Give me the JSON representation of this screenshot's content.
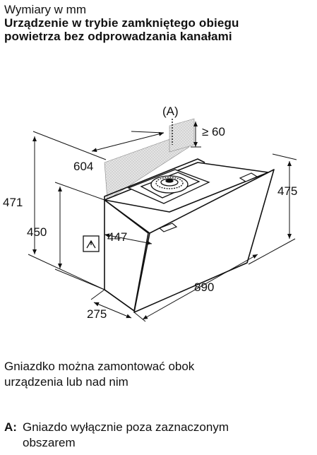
{
  "header": {
    "units": "Wymiary w mm",
    "title_line1": "Urządzenie w trybie zamkniętego obiegu",
    "title_line2": "powietrza bez odprowadzania kanałami"
  },
  "drawing": {
    "area_marker": "(A)",
    "dimensions": {
      "min_clearance": "≥ 60",
      "width_top": "604",
      "total_height": "471",
      "body_height": "450",
      "depth_447": "447",
      "right_height": "475",
      "length": "890",
      "base_depth": "275"
    }
  },
  "note": {
    "line1": "Gniazdko można zamontować obok",
    "line2": "urządzenia lub nad nim"
  },
  "legend": {
    "key": "A:",
    "line1": "Gniazdo wyłącznie poza zaznaczonym",
    "line2": "obszarem"
  }
}
